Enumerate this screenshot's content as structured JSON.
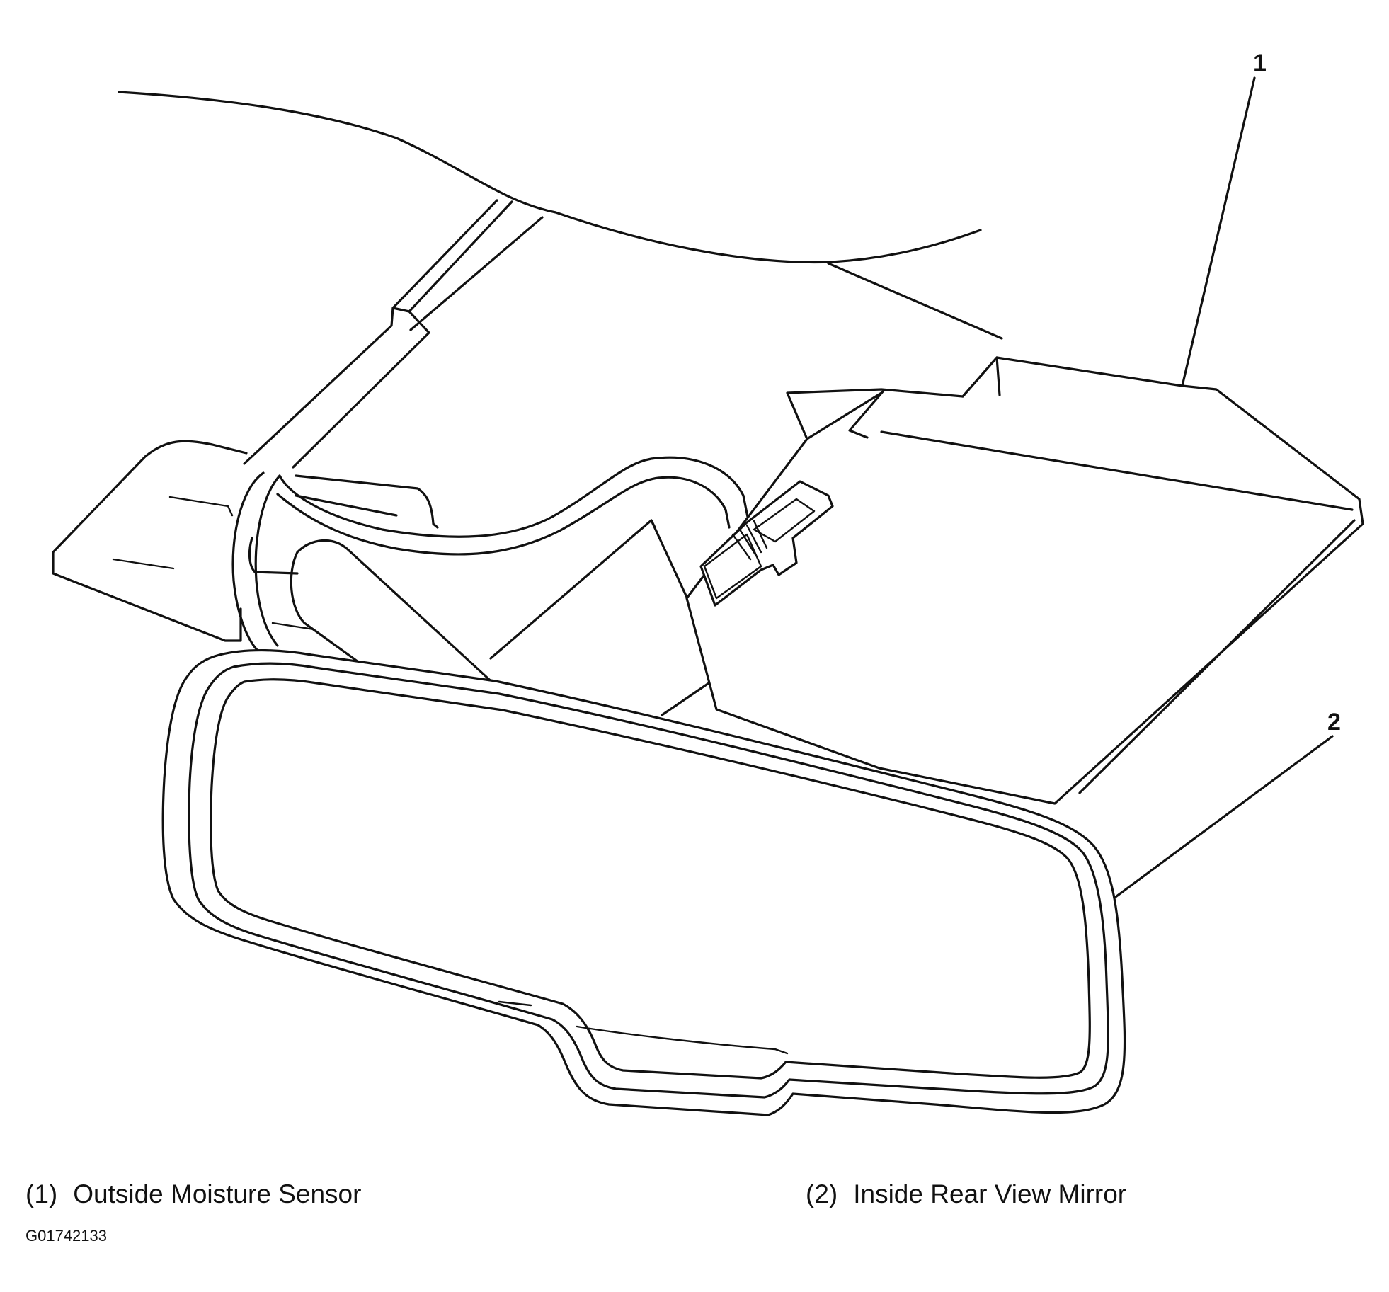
{
  "callouts": [
    {
      "number": "1"
    },
    {
      "number": "2"
    }
  ],
  "legend": [
    {
      "number": "(1)",
      "label": "Outside Moisture Sensor"
    },
    {
      "number": "(2)",
      "label": "Inside Rear View Mirror"
    }
  ],
  "figure_code": "G01742133",
  "colors": {
    "line": "#111111",
    "background": "#ffffff"
  }
}
